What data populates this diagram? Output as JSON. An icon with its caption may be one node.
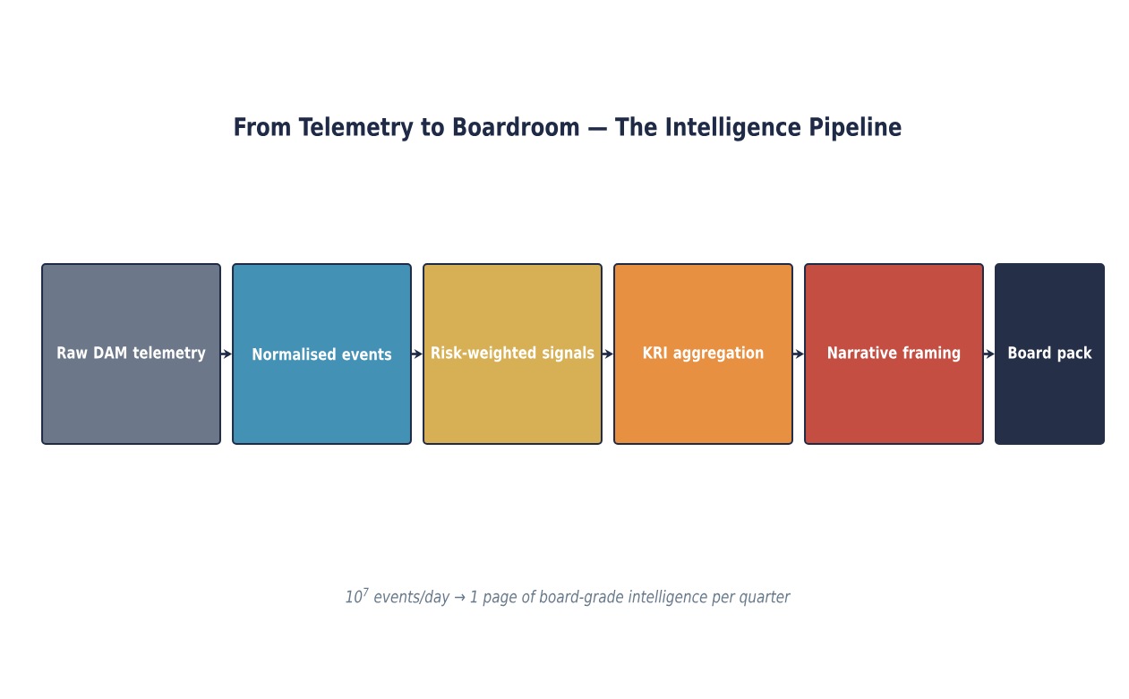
{
  "diagram": {
    "title": "From Telemetry to Boardroom — The Intelligence Pipeline",
    "caption": "10$^{7}$ events/day → 1 page of board-grade intelligence per quarter",
    "nodes": [
      {
        "text": [
          "Raw DAM telemetry"
        ]
      },
      {
        "text": [
          "Normalised events"
        ]
      },
      {
        "text": [
          "Risk-weighted signals"
        ]
      },
      {
        "text": [
          "KRI aggregation"
        ]
      },
      {
        "text": [
          "Narrative framing"
        ]
      },
      {
        "text": [
          "Board pack"
        ]
      }
    ],
    "edges": [
      {
        "from": 0,
        "to": 1,
        "arrow": "to"
      },
      {
        "from": 1,
        "to": 2,
        "arrow": "to"
      },
      {
        "from": 2,
        "to": 3,
        "arrow": "to"
      },
      {
        "from": 3,
        "to": 4,
        "arrow": "to"
      },
      {
        "from": 4,
        "to": 5,
        "arrow": "to"
      }
    ]
  }
}
